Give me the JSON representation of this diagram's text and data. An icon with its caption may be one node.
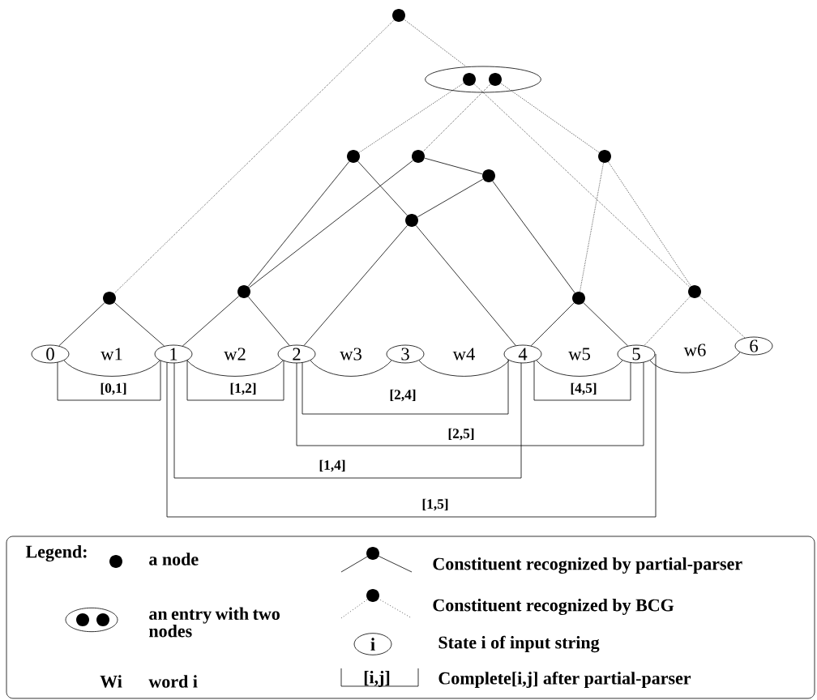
{
  "diagram": {
    "nodes": [
      {
        "text": [],
        "shape": "circle"
      },
      {
        "text": [],
        "shape": "ellipse"
      },
      {
        "text": [],
        "shape": "circle",
        "in": 1
      },
      {
        "text": [],
        "shape": "circle",
        "in": 1
      },
      {
        "text": [],
        "shape": "circle"
      },
      {
        "text": [],
        "shape": "circle"
      },
      {
        "text": [],
        "shape": "circle"
      },
      {
        "text": [],
        "shape": "circle"
      },
      {
        "text": [],
        "shape": "circle"
      },
      {
        "text": [],
        "shape": "circle"
      },
      {
        "text": [],
        "shape": "circle"
      },
      {
        "text": [],
        "shape": "circle"
      },
      {
        "text": [],
        "shape": "circle"
      },
      {
        "text": [
          "0"
        ]
      },
      {
        "text": [
          "1"
        ]
      },
      {
        "text": [
          "2"
        ]
      },
      {
        "text": [
          "3"
        ]
      },
      {
        "text": [
          "4"
        ]
      },
      {
        "text": [
          "5"
        ]
      },
      {
        "text": [
          "6"
        ]
      }
    ],
    "edges": [
      {
        "from": 0,
        "to": 11,
        "arrow": "none",
        "style": "dashed"
      },
      {
        "from": 0,
        "to": 1,
        "arrow": "none",
        "style": "dashed"
      },
      {
        "from": 2,
        "to": 4,
        "arrow": "none",
        "style": "dashed"
      },
      {
        "from": 3,
        "to": 5,
        "arrow": "none",
        "style": "dashed"
      },
      {
        "from": 2,
        "to": 10,
        "arrow": "none",
        "style": "dashed"
      },
      {
        "from": 3,
        "to": 6,
        "arrow": "none",
        "style": "dashed"
      },
      {
        "from": 6,
        "to": 12,
        "arrow": "none",
        "style": "dashed"
      },
      {
        "from": 6,
        "to": 10,
        "arrow": "none",
        "style": "dashed"
      },
      {
        "from": 10,
        "to": 18,
        "arrow": "none",
        "style": "dashed"
      },
      {
        "from": 10,
        "to": 19,
        "arrow": "none",
        "style": "dashed"
      },
      {
        "from": 11,
        "to": 13,
        "arrow": "none"
      },
      {
        "from": 11,
        "to": 14,
        "arrow": "none"
      },
      {
        "from": 9,
        "to": 14,
        "arrow": "none"
      },
      {
        "from": 9,
        "to": 15,
        "arrow": "none"
      },
      {
        "from": 4,
        "to": 9,
        "arrow": "none"
      },
      {
        "from": 5,
        "to": 9,
        "arrow": "none"
      },
      {
        "from": 4,
        "to": 8,
        "arrow": "none"
      },
      {
        "from": 5,
        "to": 7,
        "arrow": "none"
      },
      {
        "from": 7,
        "to": 8,
        "arrow": "none"
      },
      {
        "from": 7,
        "to": 12,
        "arrow": "none"
      },
      {
        "from": 8,
        "to": 15,
        "arrow": "none"
      },
      {
        "from": 8,
        "to": 17,
        "arrow": "none"
      },
      {
        "from": 12,
        "to": 17,
        "arrow": "none"
      },
      {
        "from": 12,
        "to": 18,
        "arrow": "none"
      },
      {
        "from": 13,
        "to": 14,
        "arrow": "none",
        "label": "w1"
      },
      {
        "from": 14,
        "to": 15,
        "arrow": "none",
        "label": "w2"
      },
      {
        "from": 15,
        "to": 16,
        "arrow": "none",
        "label": "w3"
      },
      {
        "from": 16,
        "to": 17,
        "arrow": "none",
        "label": "w4"
      },
      {
        "from": 17,
        "to": 18,
        "arrow": "none",
        "label": "w5"
      },
      {
        "from": 18,
        "to": 19,
        "arrow": "none",
        "label": "w6"
      },
      {
        "from": 13,
        "to": 14,
        "arrow": "none",
        "label": "[0,1]"
      },
      {
        "from": 14,
        "to": 15,
        "arrow": "none",
        "label": "[1,2]"
      },
      {
        "from": 15,
        "to": 17,
        "arrow": "none",
        "label": "[2,4]"
      },
      {
        "from": 17,
        "to": 18,
        "arrow": "none",
        "label": "[4,5]"
      },
      {
        "from": 15,
        "to": 18,
        "arrow": "none",
        "label": "[2,5]"
      },
      {
        "from": 14,
        "to": 17,
        "arrow": "none",
        "label": "[1,4]"
      },
      {
        "from": 14,
        "to": 18,
        "arrow": "none",
        "label": "[1,5]"
      }
    ],
    "labels": [
      "Legend:",
      "Wi",
      "i",
      "[i,j]"
    ],
    "legend": [
      {
        "text": "a node"
      },
      {
        "text": "an entry with two nodes"
      },
      {
        "text": "word i"
      },
      {
        "text": "Constituent recognized by partial-parser"
      },
      {
        "text": "Constituent recognized by BCG"
      },
      {
        "text": "State i of input string"
      },
      {
        "text": "Complete[i,j] after partial-parser"
      }
    ]
  }
}
